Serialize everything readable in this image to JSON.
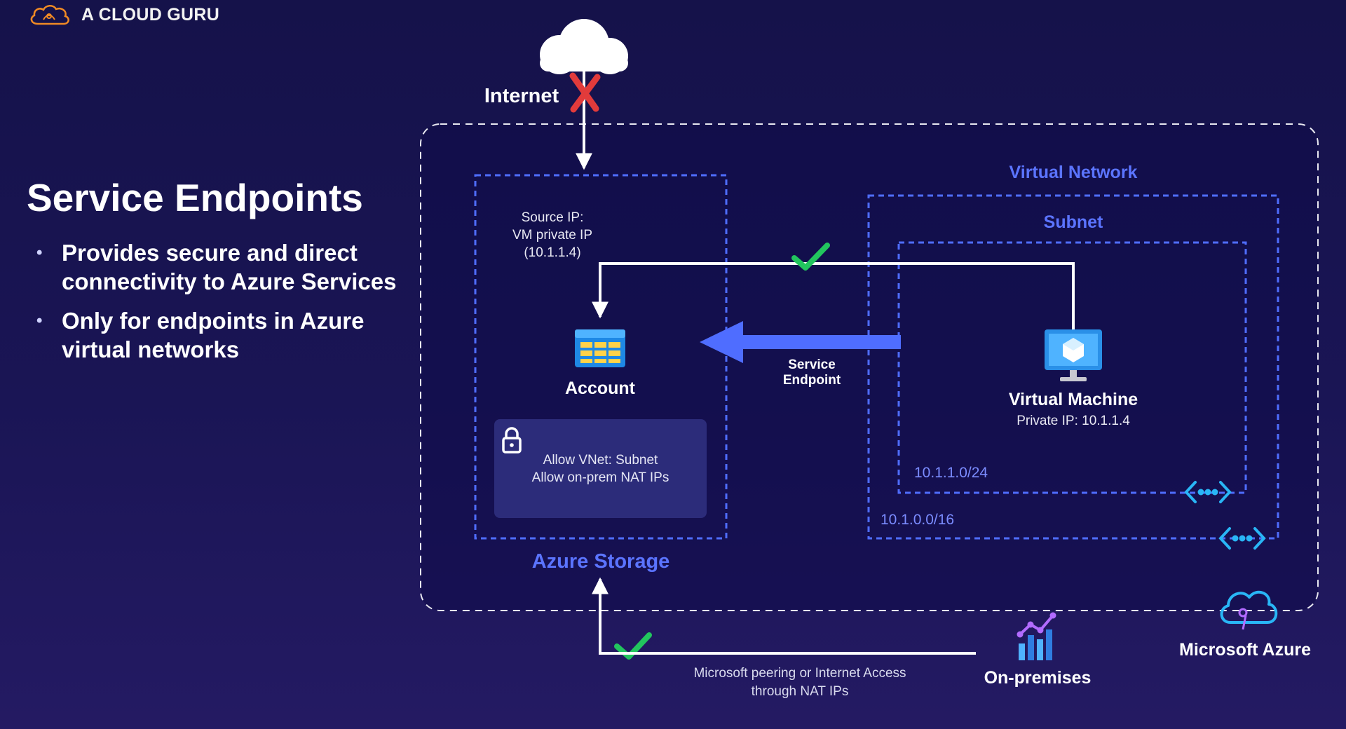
{
  "brand": {
    "name": "A CLOUD GURU"
  },
  "slide": {
    "title": "Service Endpoints",
    "bullets": [
      "Provides secure and direct connectivity to Azure Services",
      "Only for endpoints in Azure virtual networks"
    ]
  },
  "diagram": {
    "internet": "Internet",
    "source_ip": [
      "Source IP:",
      "VM private IP",
      "(10.1.1.4)"
    ],
    "account": "Account",
    "policy": [
      "Allow VNet: Subnet",
      "Allow on-prem NAT IPs"
    ],
    "azure_storage": "Azure Storage",
    "service_endpoint": [
      "Service",
      "Endpoint"
    ],
    "virtual_network": "Virtual Network",
    "subnet": "Subnet",
    "virtual_machine": "Virtual Machine",
    "private_ip": "Private IP: 10.1.1.4",
    "subnet_cidr": "10.1.1.0/24",
    "vnet_cidr": "10.1.0.0/16",
    "peering": [
      "Microsoft peering or Internet Access",
      "through NAT IPs"
    ],
    "on_premises": "On-premises",
    "microsoft_azure": "Microsoft Azure"
  },
  "colors": {
    "accent_blue": "#4f6dff",
    "check_green": "#22c55e",
    "deny_red": "#e23b3b",
    "brand_orange": "#f08a24"
  }
}
